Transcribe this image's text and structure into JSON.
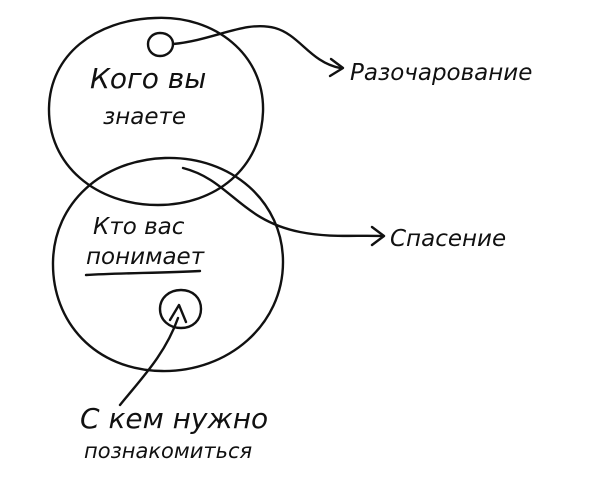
{
  "diagram": {
    "top_circle": {
      "line1": "Кого вы",
      "line2": "знаете"
    },
    "bottom_circle": {
      "line1": "Кто вас",
      "line2": "понимает"
    },
    "outcomes": {
      "disappointment": "Разочарование",
      "salvation": "Спасение"
    },
    "bottom_note": {
      "line1": "С кем нужно",
      "line2": "познакомиться"
    },
    "colors": {
      "ink": "#111111",
      "background": "#ffffff"
    }
  }
}
